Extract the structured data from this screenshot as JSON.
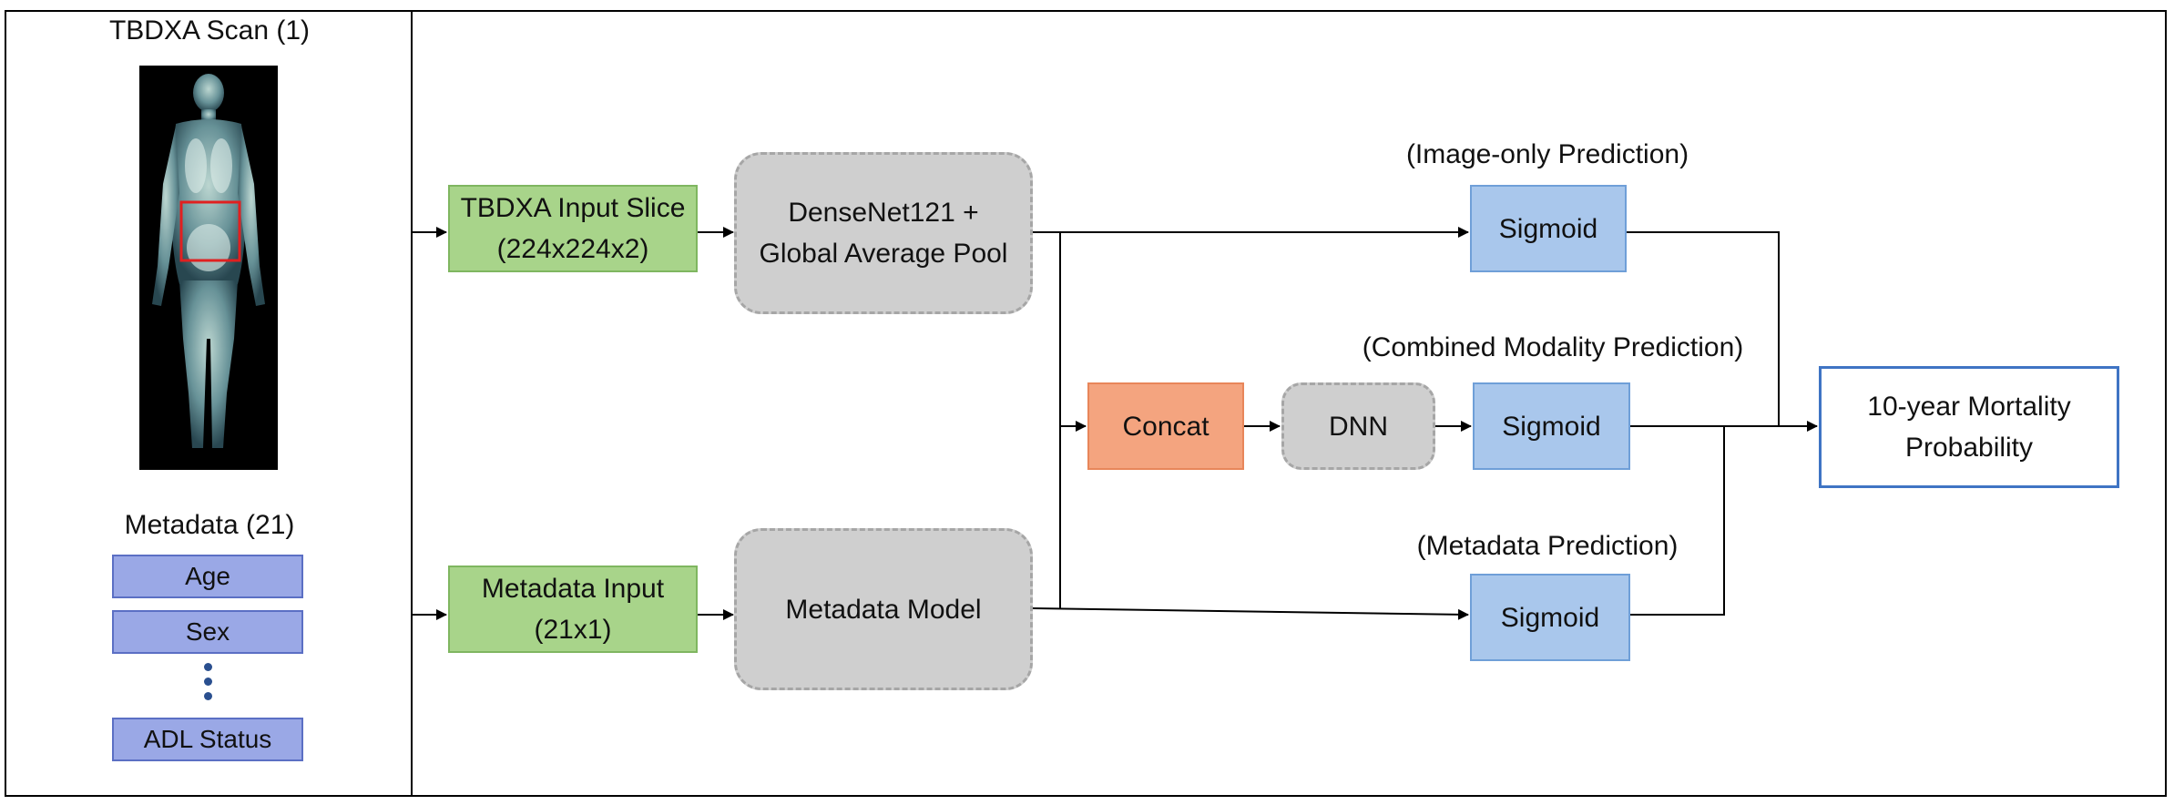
{
  "left_panel": {
    "scan_title": "TBDXA Scan (1)",
    "metadata_title": "Metadata (21)",
    "metadata_items": [
      "Age",
      "Sex",
      "ADL Status"
    ]
  },
  "pipeline": {
    "tbdxa_input": "TBDXA Input Slice\n(224x224x2)",
    "metadata_input": "Metadata Input\n(21x1)",
    "densenet": "DenseNet121 +\nGlobal Average Pool",
    "metadata_model": "Metadata Model",
    "concat": "Concat",
    "dnn": "DNN",
    "sigmoid_label": "Sigmoid",
    "image_pred": "(Image-only Prediction)",
    "combined_pred": "(Combined Modality Prediction)",
    "metadata_pred": "(Metadata Prediction)",
    "output": "10-year Mortality\nProbability"
  },
  "colors": {
    "input_fill": "#a8d48a",
    "model_fill": "#cfcfcf",
    "concat_fill": "#f4a47f",
    "sigmoid_fill": "#a9c7ec",
    "output_border": "#3f74c4",
    "metadata_item_fill": "#9aa8e6",
    "roi_box": "#e02020"
  }
}
